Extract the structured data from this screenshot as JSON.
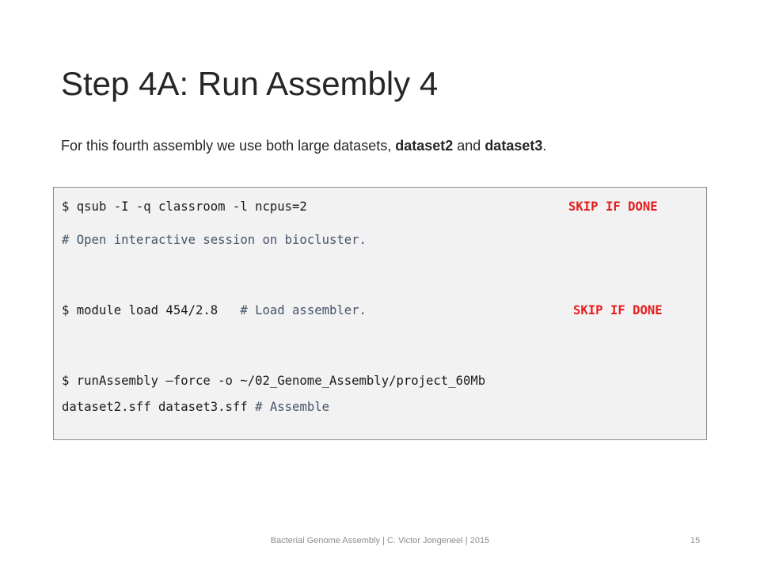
{
  "slide": {
    "title": "Step 4A: Run Assembly 4",
    "intro": {
      "prefix": "For this fourth assembly we use both large datasets, ",
      "ds1": "dataset2",
      "middle": " and ",
      "ds2": "dataset3",
      "suffix": "."
    },
    "code": {
      "line1_cmd": "$ qsub -I -q classroom -l ncpus=2",
      "line1_skip": "SKIP IF DONE",
      "line2_comment": "# Open interactive session on biocluster.",
      "line3_cmd": "$ module load 454/2.8",
      "line3_comment": "# Load assembler.",
      "line3_skip": "SKIP IF DONE",
      "line4_cmd": "$ runAssembly –force -o ~/02_Genome_Assembly/project_60Mb",
      "line5_cmd": "dataset2.sff dataset3.sff",
      "line5_comment": "# Assemble"
    },
    "footer": "Bacterial Genome Assembly | C. Victor Jongeneel | 2015",
    "page_number": "15"
  }
}
